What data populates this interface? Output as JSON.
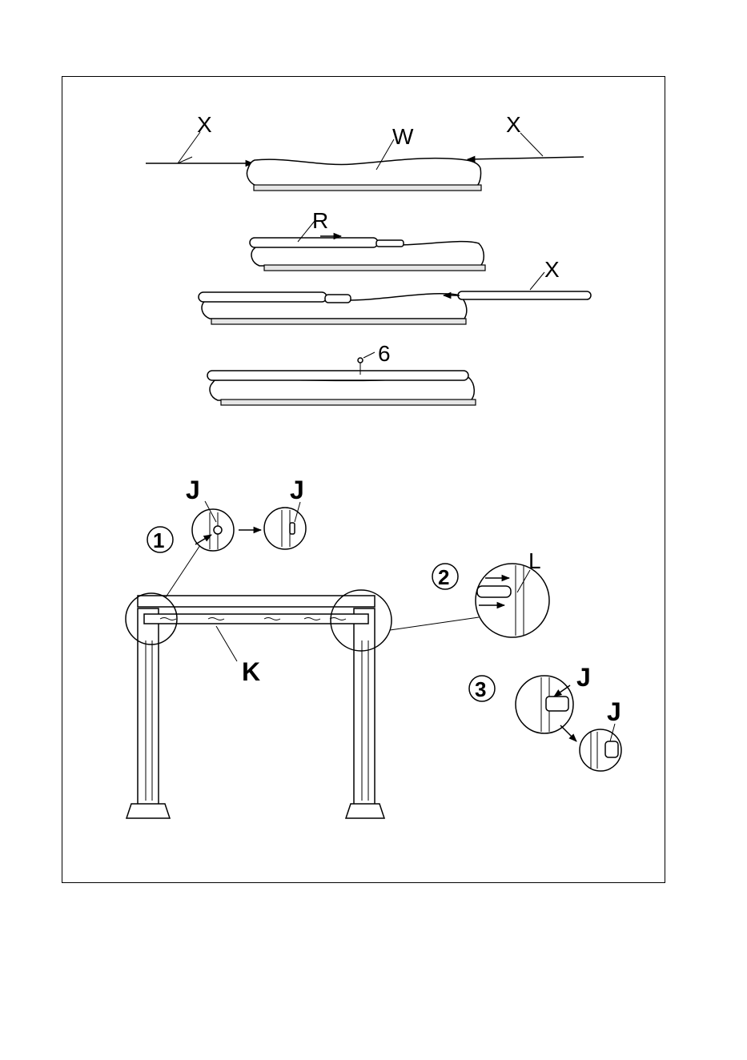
{
  "labels": {
    "x_left": "X",
    "x_right": "X",
    "w": "W",
    "r": "R",
    "x_third": "X",
    "six": "6",
    "j1": "J",
    "j2": "J",
    "l": "L",
    "k": "K",
    "j3": "J",
    "j4": "J"
  },
  "steps": {
    "one": "1",
    "two": "2",
    "three": "3"
  }
}
